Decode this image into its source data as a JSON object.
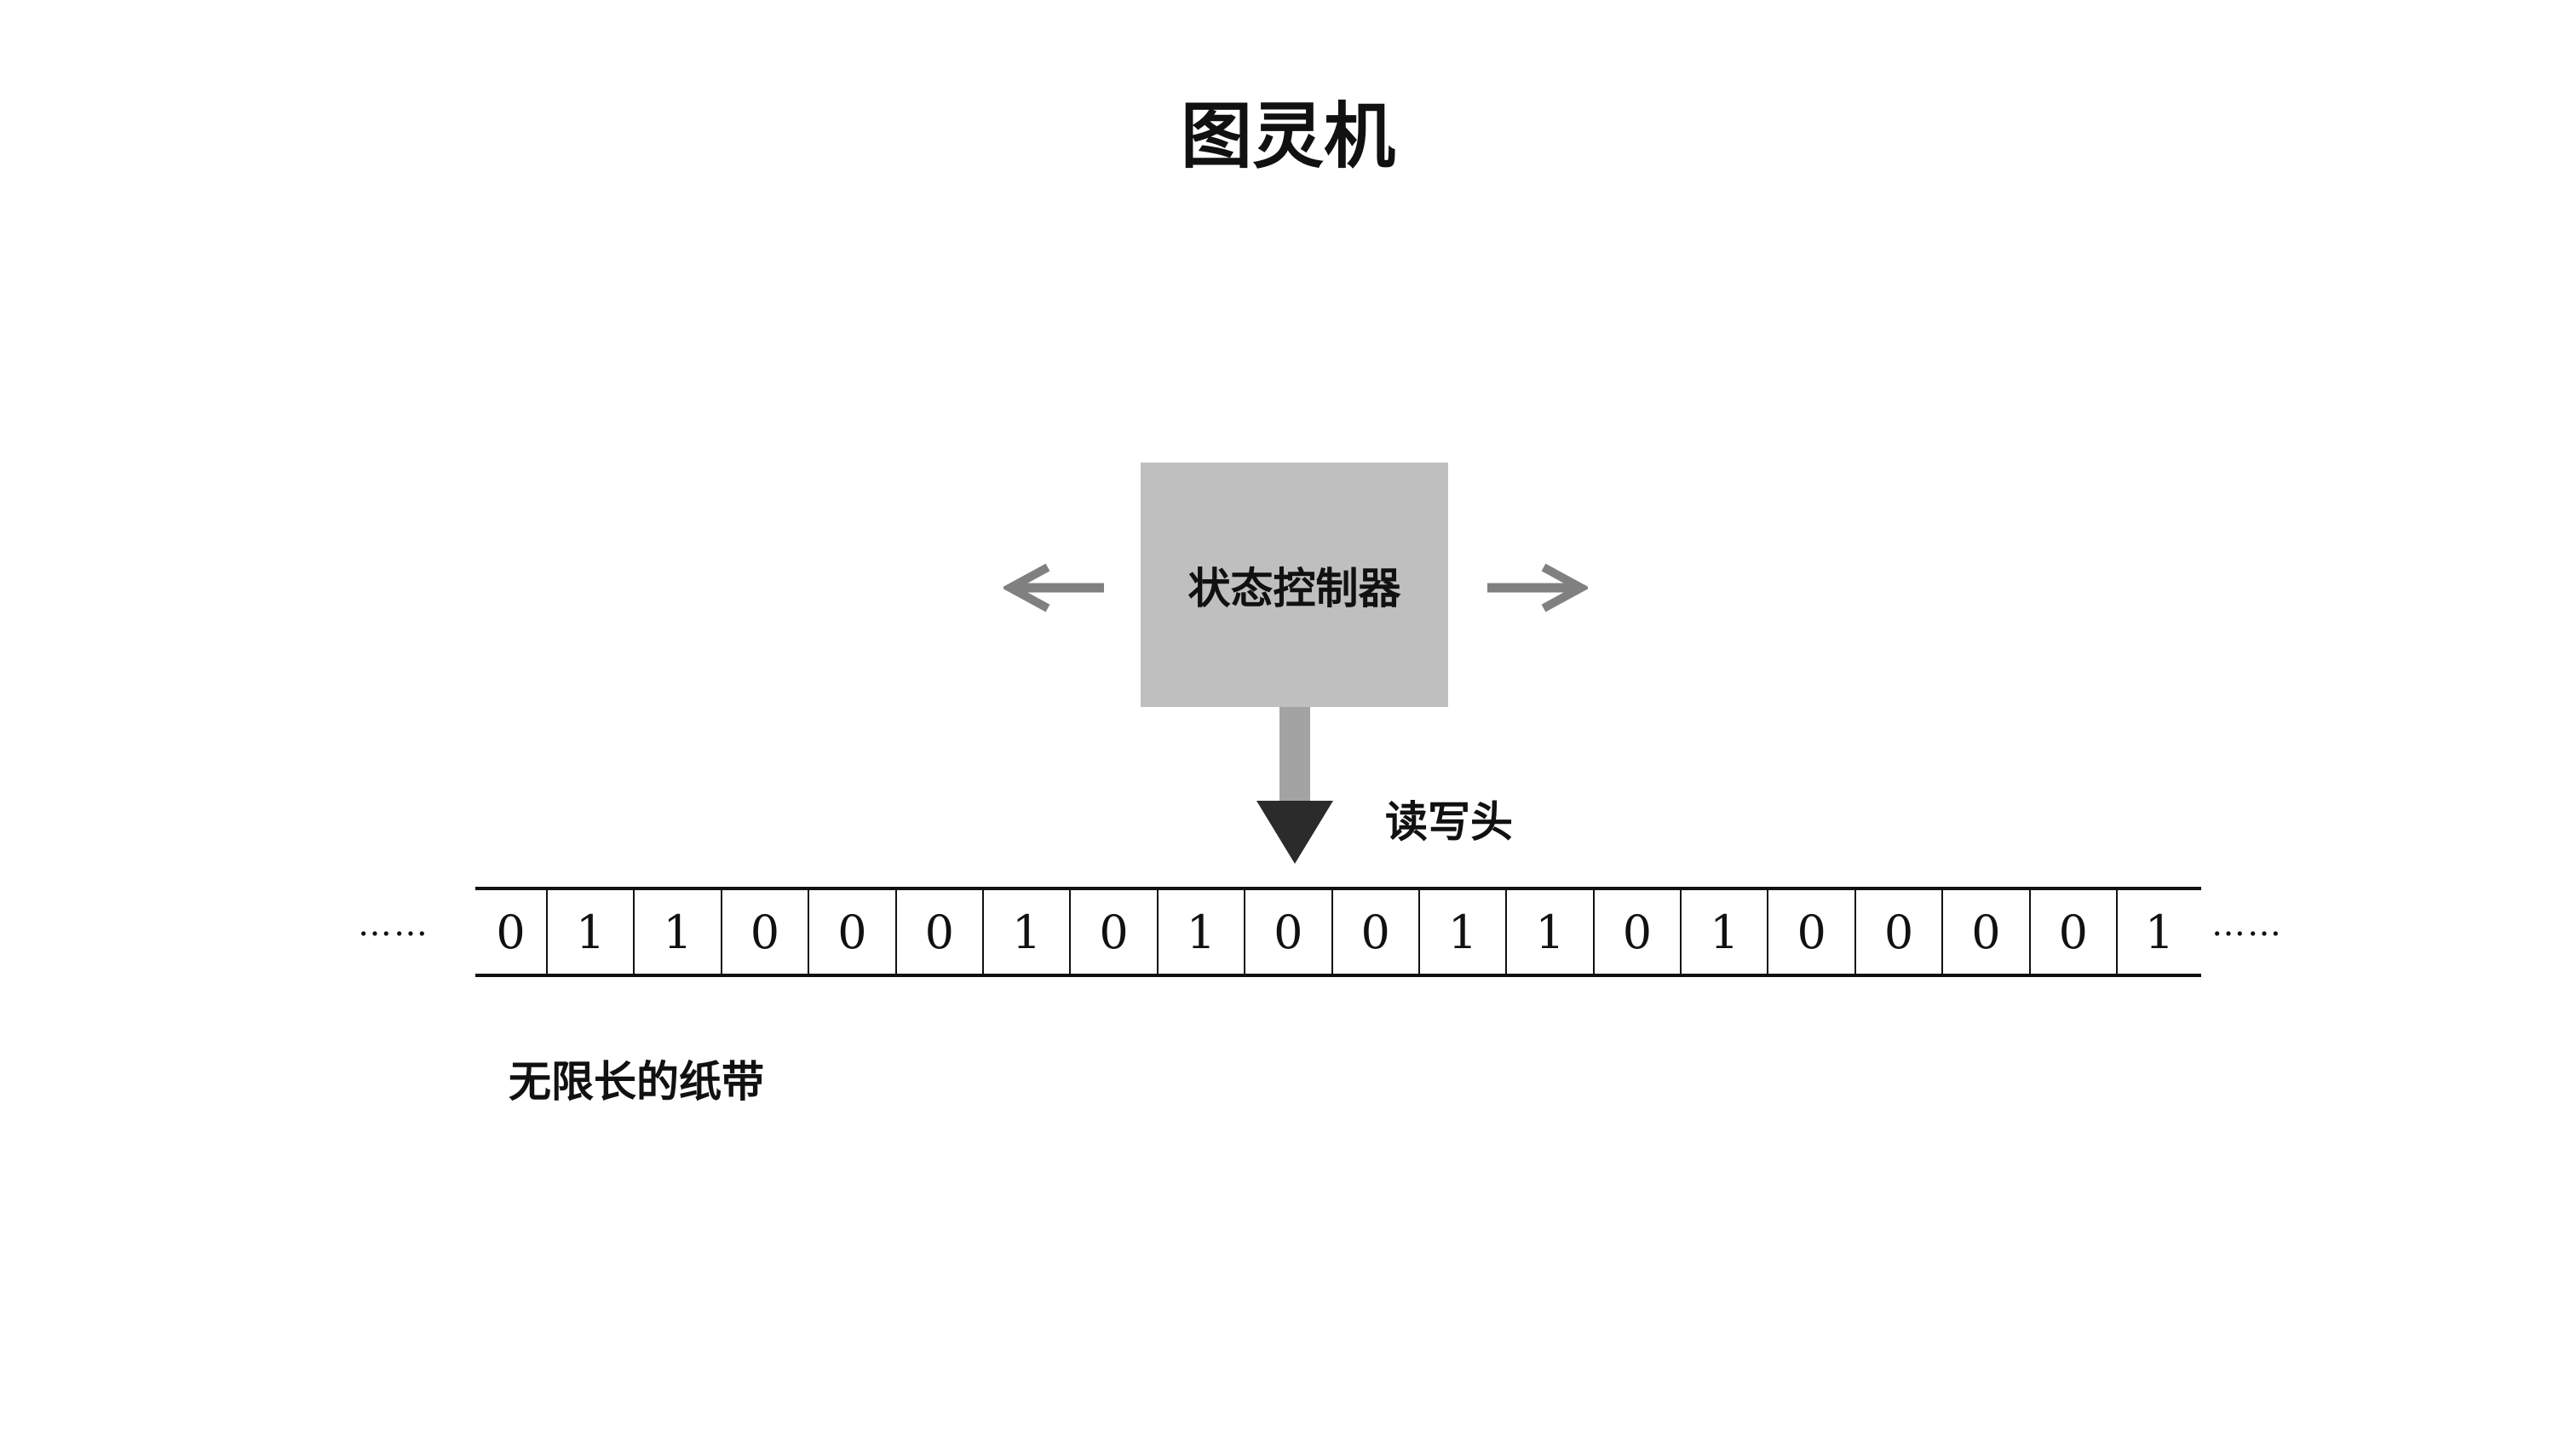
{
  "title": "图灵机",
  "controller": {
    "label": "状态控制器",
    "fill": "#bfbfbf"
  },
  "head": {
    "label": "读写头"
  },
  "arrows": {
    "left": "arrow-left",
    "right": "arrow-right",
    "color": "#808080"
  },
  "tape": {
    "cells": [
      "0",
      "1",
      "1",
      "0",
      "0",
      "0",
      "1",
      "0",
      "1",
      "0",
      "0",
      "1",
      "1",
      "0",
      "1",
      "0",
      "0",
      "0",
      "0",
      "1"
    ],
    "left_ellipsis": "……",
    "right_ellipsis": "……",
    "label": "无限长的纸带"
  }
}
